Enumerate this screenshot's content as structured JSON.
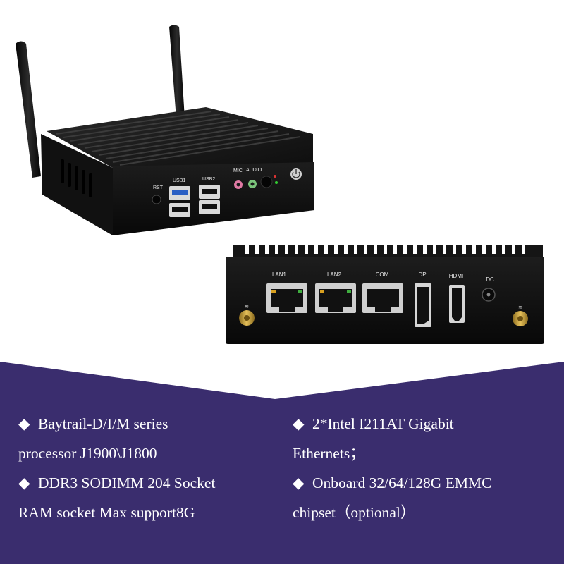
{
  "product": {
    "front_panel": {
      "rst": "RST",
      "usb1": "USB1",
      "usb2": "USB2",
      "mic": "MIC",
      "audio": "AUDIO"
    },
    "rear_panel": {
      "lan1": "LAN1",
      "lan2": "LAN2",
      "com": "COM",
      "dp": "DP",
      "hdmi": "HDMI",
      "dc": "DC"
    }
  },
  "colors": {
    "banner": "#3a2d6e",
    "case": "#141414",
    "text": "#ffffff"
  },
  "features": {
    "bullet_icon": "diamond-icon",
    "bullet": "◆",
    "left": [
      {
        "line1": "Baytrail-D/I/M series",
        "line2": "processor  J1900\\J1800"
      },
      {
        "line1": "DDR3 SODIMM 204 Socket",
        "line2": "RAM socket Max support8G"
      }
    ],
    "right": [
      {
        "line1": "2*Intel I211AT Gigabit",
        "line2": "Ethernets；"
      },
      {
        "line1": "Onboard 32/64/128G EMMC",
        "line2": "chipset（optional）"
      }
    ]
  }
}
